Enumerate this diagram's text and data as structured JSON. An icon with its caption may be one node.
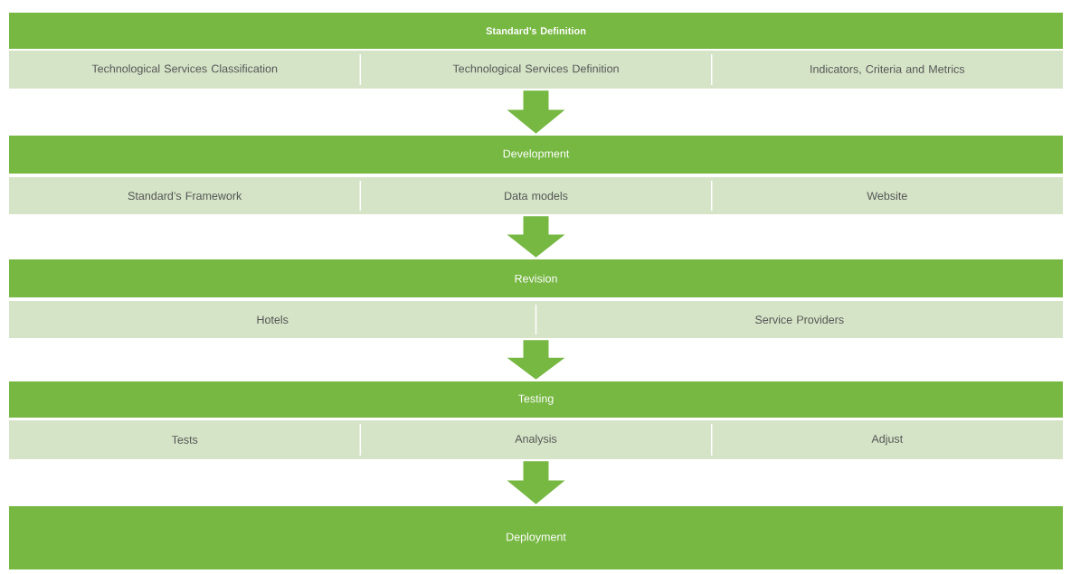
{
  "diagram": {
    "nodes": [
      {
        "text": [
          "Standard’s Definition"
        ]
      },
      {
        "text": [],
        "shape": "box"
      },
      {
        "text": [
          "Technological Services Classification"
        ],
        "in": 1
      },
      {
        "text": [
          "Technological Services Definition"
        ],
        "in": 1
      },
      {
        "text": [
          "Indicators, Criteria and Metrics"
        ],
        "in": 1
      },
      {
        "text": [
          "Development"
        ]
      },
      {
        "text": [],
        "shape": "box"
      },
      {
        "text": [
          "Standard’s Framework"
        ],
        "in": 6
      },
      {
        "text": [
          "Data models"
        ],
        "in": 6
      },
      {
        "text": [
          "Website"
        ],
        "in": 6
      },
      {
        "text": [
          "Revision"
        ]
      },
      {
        "text": [],
        "shape": "box"
      },
      {
        "text": [
          "Hotels"
        ],
        "in": 11
      },
      {
        "text": [
          "Service Providers"
        ],
        "in": 11
      },
      {
        "text": [
          "Testing"
        ]
      },
      {
        "text": [],
        "shape": "box"
      },
      {
        "text": [
          "Tests"
        ],
        "in": 15
      },
      {
        "text": [
          "Analysis"
        ],
        "in": 15
      },
      {
        "text": [
          "Adjust"
        ],
        "in": 15
      },
      {
        "text": [
          "Deployment"
        ]
      }
    ],
    "edges": [
      {
        "from": 1,
        "to": 5,
        "arrow": "to"
      },
      {
        "from": 6,
        "to": 10,
        "arrow": "to"
      },
      {
        "from": 11,
        "to": 14,
        "arrow": "to"
      },
      {
        "from": 15,
        "to": 19,
        "arrow": "to"
      }
    ]
  }
}
